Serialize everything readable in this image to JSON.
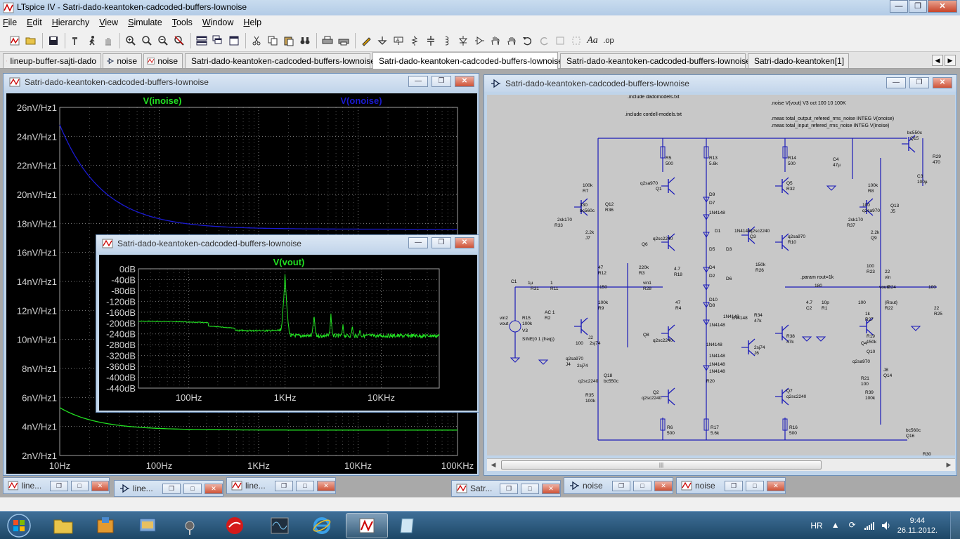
{
  "app": {
    "title": "LTspice IV - Satri-dado-keantoken-cadcoded-buffers-lownoise",
    "window_controls": {
      "minimize": "—",
      "maximize": "❐",
      "close": "✕"
    }
  },
  "menu": [
    {
      "pre": "",
      "u": "F",
      "post": "ile"
    },
    {
      "pre": "",
      "u": "E",
      "post": "dit"
    },
    {
      "pre": "",
      "u": "H",
      "post": "ierarchy"
    },
    {
      "pre": "",
      "u": "V",
      "post": "iew"
    },
    {
      "pre": "",
      "u": "S",
      "post": "imulate"
    },
    {
      "pre": "",
      "u": "T",
      "post": "ools"
    },
    {
      "pre": "",
      "u": "W",
      "post": "indow"
    },
    {
      "pre": "",
      "u": "H",
      "post": "elp"
    }
  ],
  "tabs": [
    {
      "label": "lineup-buffer-sajti-dado",
      "icon": "waveform-icon",
      "active": false
    },
    {
      "label": "noise",
      "icon": "schematic-icon",
      "active": false
    },
    {
      "label": "noise",
      "icon": "waveform-icon",
      "active": false
    },
    {
      "label": "Satri-dado-keantoken-cadcoded-buffers-lownoise",
      "icon": "waveform-icon",
      "active": false
    },
    {
      "label": "Satri-dado-keantoken-cadcoded-buffers-lownoise",
      "icon": "schematic-icon",
      "active": true
    },
    {
      "label": "Satri-dado-keantoken-cadcoded-buffers-lownoise",
      "icon": "waveform-icon",
      "active": false
    },
    {
      "label": "Satri-dado-keantoken[1]",
      "icon": "waveform-icon",
      "active": false
    }
  ],
  "plot_window": {
    "title": "Satri-dado-keantoken-cadcoded-buffers-lownoise"
  },
  "noise_plot": {
    "type": "line",
    "traces": [
      {
        "name": "V(inoise)",
        "color": "#22e022"
      },
      {
        "name": "V(onoise)",
        "color": "#1a1ad0"
      }
    ],
    "y_ticks": [
      "26nV/Hz1",
      "24nV/Hz1",
      "22nV/Hz1",
      "20nV/Hz1",
      "18nV/Hz1",
      "16nV/Hz1",
      "14nV/Hz1",
      "12nV/Hz1",
      "10nV/Hz1",
      "8nV/Hz1",
      "6nV/Hz1",
      "4nV/Hz1",
      "2nV/Hz1"
    ],
    "x_ticks": [
      "10Hz",
      "100Hz",
      "1KHz",
      "10KHz",
      "100KHz"
    ]
  },
  "popup_window": {
    "title": "Satri-dado-keantoken-cadcoded-buffers-lownoise"
  },
  "fft_plot": {
    "type": "line",
    "trace": {
      "name": "V(vout)",
      "color": "#22e022"
    },
    "y_ticks": [
      "0dB",
      "-40dB",
      "-80dB",
      "-120dB",
      "-160dB",
      "-200dB",
      "-240dB",
      "-280dB",
      "-320dB",
      "-360dB",
      "-400dB",
      "-440dB"
    ],
    "x_ticks": [
      "100Hz",
      "1KHz",
      "10KHz"
    ]
  },
  "schematic_window": {
    "title": "Satri-dado-keantoken-cadcoded-buffers-lownoise",
    "directives": [
      ".include dadomodels.txt",
      ".include cordell-models.txt",
      ".noise V(vout) V3 oct 100 10 100K",
      ".meas total_output_refered_rms_noise INTEG V(onoise)",
      ".meas total_input_refered_rms_noise INTEG V(inoise)",
      ".param rout=1k"
    ],
    "labels": [
      "R5",
      "500",
      "R13",
      "5.6k",
      "R14",
      "500",
      "C4",
      "47µ",
      "R29",
      "470",
      "C3",
      "100µ",
      "Q15",
      "bc550c",
      "q2sa970",
      "Q1",
      "Q5",
      "R32",
      "100k",
      "R7",
      "330",
      "bc560c",
      "Q12",
      "R36",
      "100k",
      "R8",
      "100",
      "q2sa970",
      "Q13",
      "J5",
      "2sk170",
      "R33",
      "2.2k",
      "J7",
      "2sk170",
      "R37",
      "2.2k",
      "Q9",
      "q2sc2240",
      "Q3",
      "q2sc2240",
      "Q6",
      "q2sa970",
      "R10",
      "47",
      "R12",
      "220k",
      "R3",
      "4.7",
      "R18",
      "150k",
      "R26",
      "100",
      "R23",
      "22",
      "vin",
      "C1",
      "1µ",
      "R31",
      "1",
      "R11",
      "150",
      "vin1",
      "R28",
      "180",
      "vout2",
      "R24",
      "100",
      "vin2",
      "vout",
      "R15",
      "100k",
      "V3",
      "SINE(0 1 {freq})",
      "AC 1",
      "R2",
      "100k",
      "R9",
      "47",
      "R4",
      "4.7",
      "C2",
      "10p",
      "R1",
      "{Rout}",
      "R22",
      "22",
      "R25",
      "1k",
      "R27",
      "100",
      "J2",
      "2sj74",
      "R34",
      "47k",
      "R19",
      "150k",
      "R38",
      "47k",
      "Q8",
      "q2sc2240",
      "Q4",
      "q2sa970",
      "J4",
      "2sj74",
      "J6",
      "2sj74",
      "q2sa970",
      "Q10",
      "J8",
      "Q14",
      "q2sc2240",
      "Q18",
      "bc550c",
      "R35",
      "100k",
      "R21",
      "100",
      "R39",
      "100k",
      "R6",
      "500",
      "R17",
      "5.6k",
      "R16",
      "500",
      "Q2",
      "q2sc2240",
      "Q7",
      "q2sc2240",
      "bc560c",
      "Q16",
      "R30",
      "D9",
      "D7",
      "1N4148",
      "D1",
      "D5",
      "D3",
      "D4",
      "D2",
      "D6",
      "D10",
      "D8",
      "1N4148",
      "1N4148",
      "1N4148",
      "1N4148",
      "1N4148",
      "1N4148",
      "1N4148",
      "1N4148",
      "R20",
      "100"
    ],
    "scroll_thumb": "|||"
  },
  "minimized_windows": [
    {
      "label": "line...",
      "icon": "waveform-icon"
    },
    {
      "label": "line...",
      "icon": "schematic-icon"
    },
    {
      "label": "line...",
      "icon": "waveform-icon"
    },
    {
      "label": "Satr...",
      "icon": "waveform-icon"
    },
    {
      "label": "noise",
      "icon": "schematic-icon"
    },
    {
      "label": "noise",
      "icon": "waveform-icon"
    }
  ],
  "taskbar": {
    "apps": [
      "explorer",
      "installer",
      "control-panel",
      "microphone",
      "app-red",
      "oscilloscope",
      "internet-explorer",
      "ltspice",
      "notes"
    ],
    "language": "HR",
    "time": "9:44",
    "date": "26.11.2012."
  }
}
